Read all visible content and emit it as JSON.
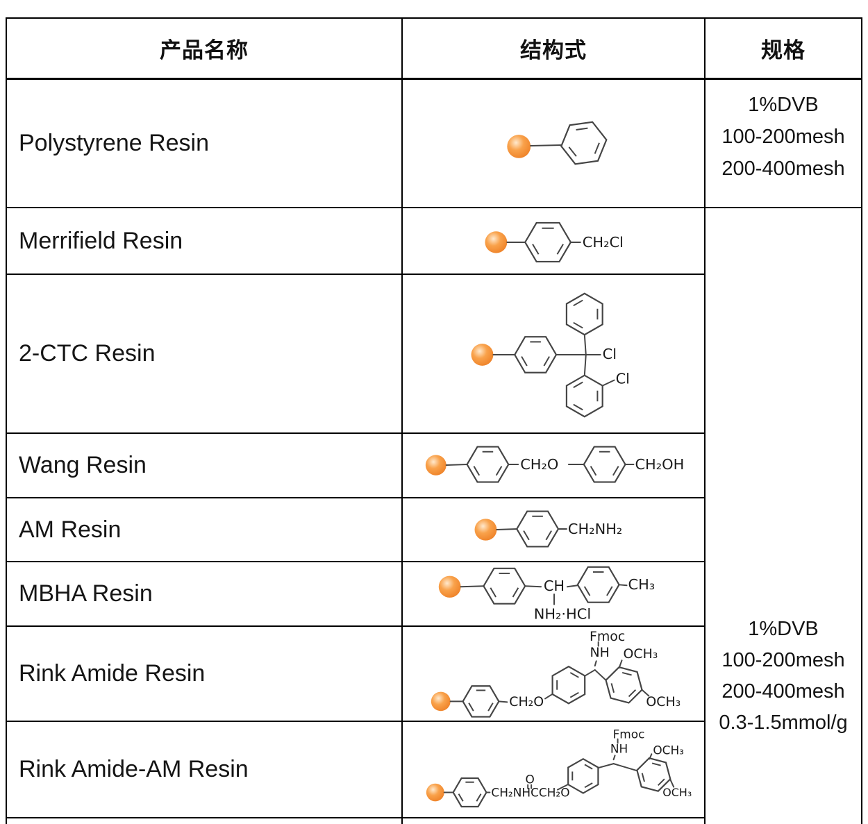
{
  "header": {
    "col_product": "产品名称",
    "col_structure": "结构式",
    "col_spec": "规格"
  },
  "rows": [
    {
      "name": "Polystyrene Resin"
    },
    {
      "name": "Merrifield Resin"
    },
    {
      "name": "2-CTC Resin"
    },
    {
      "name": "Wang Resin"
    },
    {
      "name": "AM Resin"
    },
    {
      "name": "MBHA Resin"
    },
    {
      "name": "Rink Amide Resin"
    },
    {
      "name": "Rink Amide-AM Resin"
    }
  ],
  "specs": {
    "polystyrene": [
      "1%DVB",
      "100-200mesh",
      "200-400mesh"
    ],
    "merged": [
      "1%DVB",
      "100-200mesh",
      "200-400mesh",
      "0.3-1.5mmol/g"
    ]
  },
  "structures": {
    "polystyrene": {
      "labels": {}
    },
    "merrifield": {
      "labels": {
        "r1": "CH₂Cl"
      }
    },
    "ctc": {
      "labels": {
        "cl1": "Cl",
        "cl2": "Cl"
      }
    },
    "wang": {
      "labels": {
        "l1": "CH₂O",
        "l2": "CH₂OH"
      }
    },
    "am": {
      "labels": {
        "r1": "CH₂NH₂"
      }
    },
    "mbha": {
      "labels": {
        "ch": "CH",
        "ch3": "CH₃",
        "nh2": "NH₂·HCl"
      }
    },
    "rink": {
      "labels": {
        "ch2o": "CH₂O",
        "nh": "NH",
        "fmoc": "Fmoc",
        "och3a": "OCH₃",
        "och3b": "OCH₃"
      }
    },
    "rinkam": {
      "labels": {
        "chain": "CH₂NHCCH₂O",
        "o": "O",
        "nh": "NH",
        "fmoc": "Fmoc",
        "och3a": "OCH₃",
        "och3b": "OCH₃"
      }
    }
  },
  "colors": {
    "bead_core": "#ffe9cd",
    "bead_mid": "#f9a24b",
    "bead_edge": "#ee8127",
    "bond": "#454545"
  }
}
